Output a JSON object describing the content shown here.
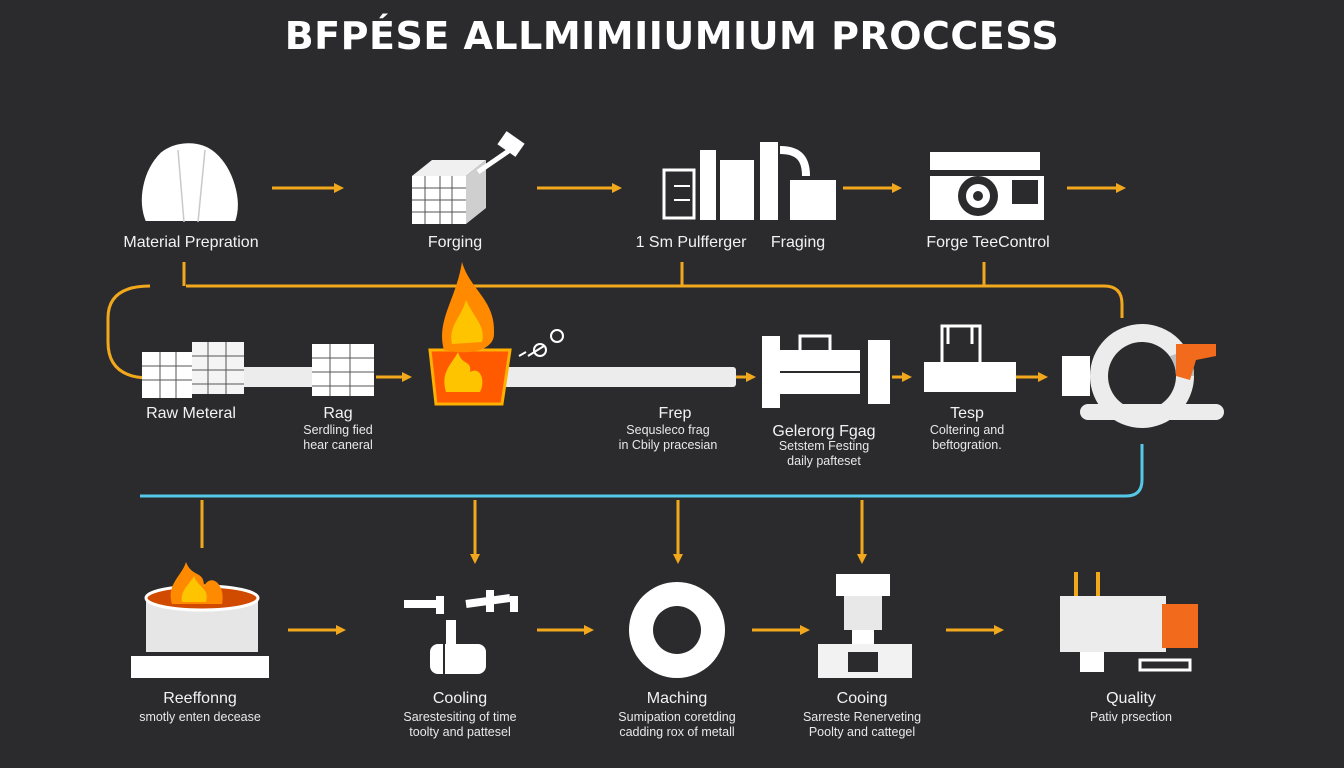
{
  "title": "BFPÉSE ALLMIMIIUMIUM PROCCESS",
  "row1": {
    "labels": [
      "Material Prepration",
      "Forging",
      "1 Sm Pulfferger",
      "Fraging",
      "Forge TeeControl"
    ]
  },
  "row2": {
    "labels": [
      "Raw Meteral",
      "Rag",
      "Frep",
      "Gelerorg Fgag",
      "Tesp"
    ],
    "subs": [
      "Serdling fied\nhear caneral",
      "Sequsleco frag\nin Cbily pracesian",
      "Setstem Festing\ndaily pafteset",
      "Coltering and\nbeftogration."
    ]
  },
  "row3": {
    "labels": [
      "Reeffonng",
      "Cooling",
      "Maching",
      "Cooing",
      "Quality"
    ],
    "subs": [
      "smotly enten decease",
      "Sarestesiting of time\ntoolty and pattesel",
      "Sumipation coretding\ncadding rox of metall",
      "Sarreste Renerveting\nPoolty and cattegel",
      "Pativ prsection"
    ]
  },
  "colors": {
    "background": "#2b2b2d",
    "arrow": "#f2a81d",
    "flame": "#ff7a00",
    "loop": "#55c8e8",
    "white": "#ffffff",
    "accent": "#f26a1b"
  }
}
